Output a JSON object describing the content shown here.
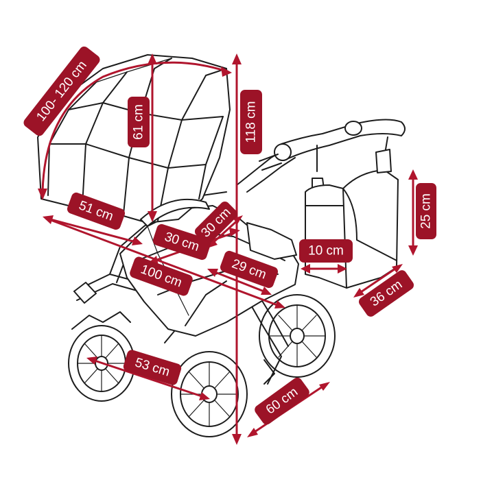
{
  "colors": {
    "accent": "#9c1327",
    "line": "#1c1c1c",
    "background": "#ffffff"
  },
  "labels": {
    "canopy_arc": "100- 120 cm",
    "canopy_height": "61 cm",
    "total_height": "118 cm",
    "seat_length": "51 cm",
    "seat_width": "30 cm",
    "seat_depth": "30 cm",
    "footrest": "29 cm",
    "total_length": "100 cm",
    "bag_width": "10 cm",
    "bag_height": "25 cm",
    "bag_depth": "36 cm",
    "wheelbase": "53 cm",
    "axle_width": "60 cm"
  }
}
